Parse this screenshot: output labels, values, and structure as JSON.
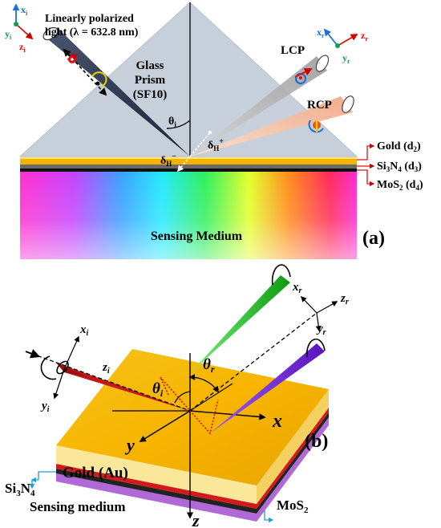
{
  "panel_a": {
    "label": "(a)",
    "incident_line1": "Linearly polarized",
    "incident_line2": "light (λ = 632.8 nm)",
    "prism_line1": "Glass",
    "prism_line2": "Prism",
    "prism_line3": "(SF10)",
    "theta": "θ",
    "theta_sub": "i",
    "delta": "δ",
    "delta_sub": "H",
    "plus": "+",
    "minus": "−",
    "lcp": "LCP",
    "rcp": "RCP",
    "gold": "Gold (d",
    "gold_sub": "2",
    "si3n4_pre": "Si",
    "si3n4_sub1": "3",
    "si3n4_mid": "N",
    "si3n4_sub2": "4",
    "si3n4_post": " (d",
    "si3n4_sub3": "3",
    "mos2_pre": "MoS",
    "mos2_sub1": "2",
    "mos2_post": " (d",
    "mos2_sub2": "4",
    "close": ")",
    "medium": "Sensing Medium",
    "axis_x": "x",
    "axis_y": "y",
    "axis_z": "z",
    "sub_i": "i",
    "sub_r": "r"
  },
  "panel_b": {
    "label": "(b)",
    "gold": "Gold (Au)",
    "si3n4_pre": "Si",
    "si3n4_sub1": "3",
    "si3n4_mid": "N",
    "si3n4_sub2": "4",
    "mos2_pre": "MoS",
    "mos2_sub": "2",
    "medium": "Sensing medium",
    "theta": "θ",
    "sub_i": "i",
    "sub_r": "r",
    "axis_x": "x",
    "axis_y": "y",
    "axis_z": "z"
  },
  "colors": {
    "prism": "#c5ced8",
    "gold": "#f2b807",
    "gold_light": "#fbe79a",
    "si3n4": "#d21a1a",
    "mos2": "#a855c9",
    "green_beam": "#19c21f",
    "purple_beam": "#7b2bd6",
    "incident_beam": "#2d3b55",
    "red_arrow": "#cc0000",
    "cyan_arrow": "#1aa0d8",
    "axis_blue": "#1a6fd8",
    "axis_green": "#14a050"
  }
}
